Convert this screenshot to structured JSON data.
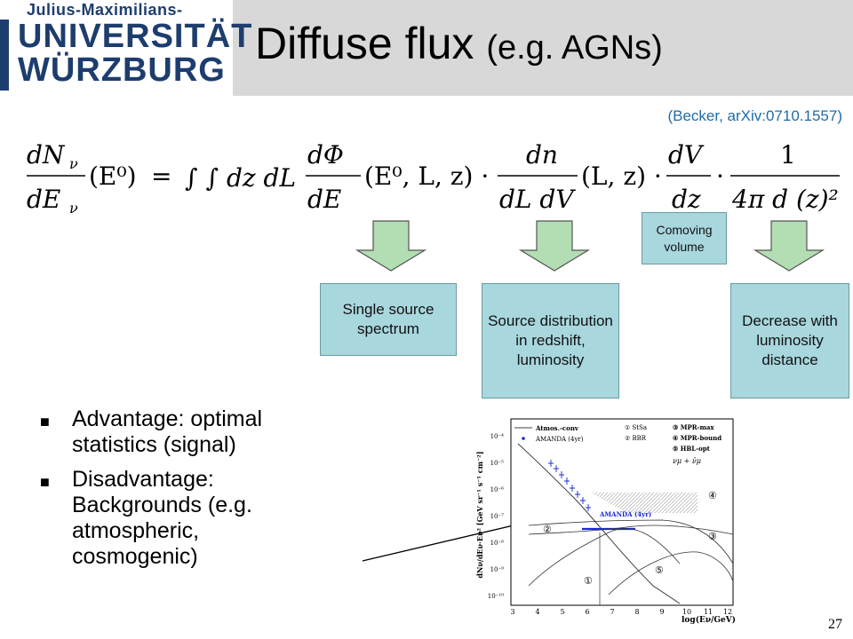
{
  "logo": {
    "line1": "Julius-Maximilians-",
    "line2": "UNIVERSITÄT",
    "line3": "WÜRZBURG"
  },
  "slide": {
    "title": "Diffuse flux",
    "title_paren": "(e.g. AGNs)",
    "citation": "(Becker, arXiv:0710.1557)",
    "page_number": "27"
  },
  "equation": {
    "lhs_num": "dN",
    "lhs_den": "dE",
    "lhs_arg": "(E⁰)",
    "t1": "=",
    "int_text": "∫ ∫  dz dL",
    "dphi_num": "dΦ",
    "dphi_den": "dE",
    "dphi_arg": "(E⁰, L, z) ·",
    "dn_num": "dn",
    "dn_den": "dL dV",
    "dn_arg": "(L, z) ·",
    "dv_num": "dV",
    "dv_den": "dz",
    "one": "1",
    "last_den": "4π d (z)²"
  },
  "annotations": {
    "box1": "Single source spectrum",
    "box2": "Source distribution in redshift, luminosity",
    "box3": "Comoving volume",
    "box4": "Decrease with luminosity distance"
  },
  "bullets": [
    "Advantage:  optimal statistics (signal)",
    "Disadvantage: Backgrounds (e.g. atmospheric, cosmogenic)"
  ],
  "plot": {
    "ylabel": "dNν/dEν·Eν² [GeV sr⁻¹ s⁻¹ cm⁻²]",
    "xlabel": "log(Eν/GeV)",
    "xticks": [
      "3",
      "4",
      "5",
      "6",
      "7",
      "8",
      "9",
      "10",
      "11",
      "12"
    ],
    "yticks": [
      "10⁻⁴",
      "10⁻⁵",
      "10⁻⁶",
      "10⁻⁷",
      "10⁻⁸",
      "10⁻⁹",
      "10⁻¹⁰"
    ],
    "legend_left": [
      "Atmos.-conv",
      "AMANDA (4yr)"
    ],
    "legend_right": [
      "① StSa",
      "② BBR",
      "③ MPR-max",
      "④ MPR-bound",
      "⑤ HBL-opt"
    ],
    "nu_label": "νμ + ν̄μ",
    "amanda_label": "AMANDA (4yr)",
    "circle_labels": [
      "①",
      "②",
      "③",
      "④",
      "⑤"
    ]
  },
  "colors": {
    "header_bg": "#d8d8d8",
    "logo_blue": "#1d3d6e",
    "box_fill": "#a8d7de",
    "arrow_fill": "#b3ddb2",
    "citation": "#1f6ba8",
    "amanda_blue": "#1a2bd0"
  }
}
